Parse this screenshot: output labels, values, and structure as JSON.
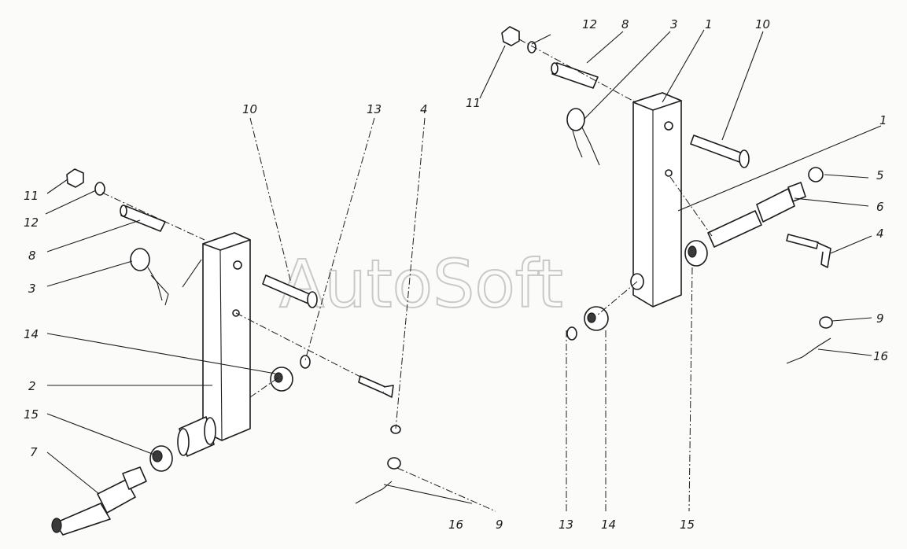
{
  "watermark": "AutoSoft",
  "callouts": {
    "left": {
      "c11": "11",
      "c12": "12",
      "c8": "8",
      "c3": "3",
      "c14": "14",
      "c2": "2",
      "c15": "15",
      "c7": "7",
      "c10": "10",
      "c13": "13",
      "c4": "4",
      "c16": "16",
      "c9": "9"
    },
    "right": {
      "c12": "12",
      "c8": "8",
      "c3": "3",
      "c1a": "1",
      "c10": "10",
      "c11": "11",
      "c1b": "1",
      "c5": "5",
      "c6": "6",
      "c4": "4",
      "c9": "9",
      "c16": "16",
      "c13": "13",
      "c14": "14",
      "c15": "15"
    }
  }
}
